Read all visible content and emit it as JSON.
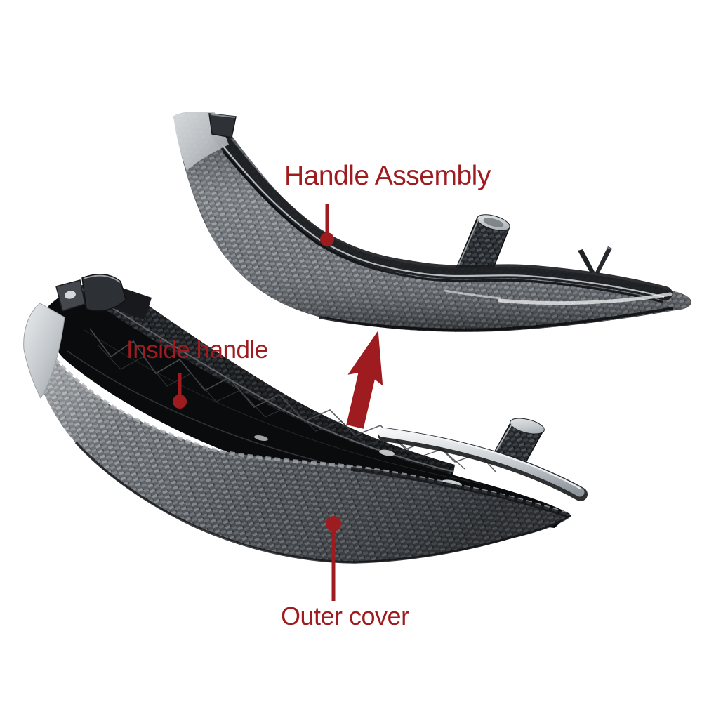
{
  "colors": {
    "background": "#ffffff",
    "annotation_red": "#9e1c20",
    "carbon_dark": "#202327",
    "carbon_mid": "#54585c",
    "carbon_light": "#8b9095",
    "chrome_silver": "#d9dde0"
  },
  "annotations": {
    "handle_assembly": {
      "label": "Handle Assembly"
    },
    "inside_handle": {
      "label": "Inside handle"
    },
    "outer_cover": {
      "label": "Outer cover"
    }
  },
  "icons": {
    "up_arrow": "↑"
  }
}
